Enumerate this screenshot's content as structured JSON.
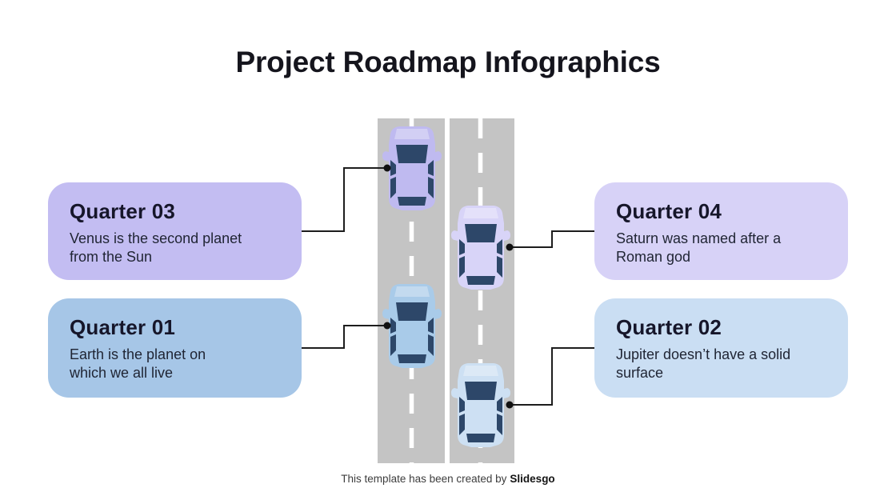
{
  "slide": {
    "title": "Project Roadmap Infographics"
  },
  "footer": {
    "text": "This template has been created by",
    "brand": "Slidesgo"
  },
  "colors": {
    "background": "#ffffff",
    "road": "#c4c4c4",
    "lane_line": "#ffffff",
    "connector": "#1d1d1d",
    "connector_dot": "#111111",
    "car_window": "#2d4769",
    "title_text": "#15151d",
    "card_text": "#1f2433"
  },
  "quarters": [
    {
      "label": "Quarter 03",
      "description": "Venus is the second planet from the Sun",
      "position": "top-left",
      "box_color": "#c3bdf2",
      "car_color": "#bfbaf0"
    },
    {
      "label": "Quarter 04",
      "description": "Saturn was named after a Roman god",
      "position": "top-right",
      "box_color": "#d7d2f7",
      "car_color": "#d8d4f8"
    },
    {
      "label": "Quarter 01",
      "description": "Earth is the planet on which we all live",
      "position": "bottom-left",
      "box_color": "#a6c6e7",
      "car_color": "#a9cbe9"
    },
    {
      "label": "Quarter 02",
      "description": "Jupiter doesn’t have a solid surface",
      "position": "bottom-right",
      "box_color": "#cadef3",
      "car_color": "#cde0f3"
    }
  ]
}
